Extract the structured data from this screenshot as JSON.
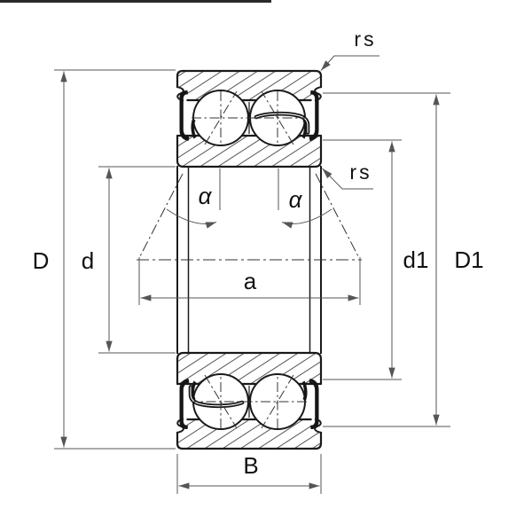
{
  "drawing": {
    "title": "double-row angular contact ball bearing cross-section",
    "colors": {
      "outline": "#1a1a1a",
      "hatch": "#555555",
      "dimension_line": "#555555",
      "label_text": "#111111",
      "background": "#ffffff"
    },
    "labels": {
      "outer_diameter": "D",
      "bore_diameter": "d",
      "ball_center_span": "a",
      "contact_angle_left": "α",
      "contact_angle_right": "α",
      "chamfer_outer": "rs",
      "chamfer_inner": "rs",
      "inner_shoulder_diameter": "d1",
      "outer_land_diameter": "D1",
      "width": "B"
    }
  }
}
